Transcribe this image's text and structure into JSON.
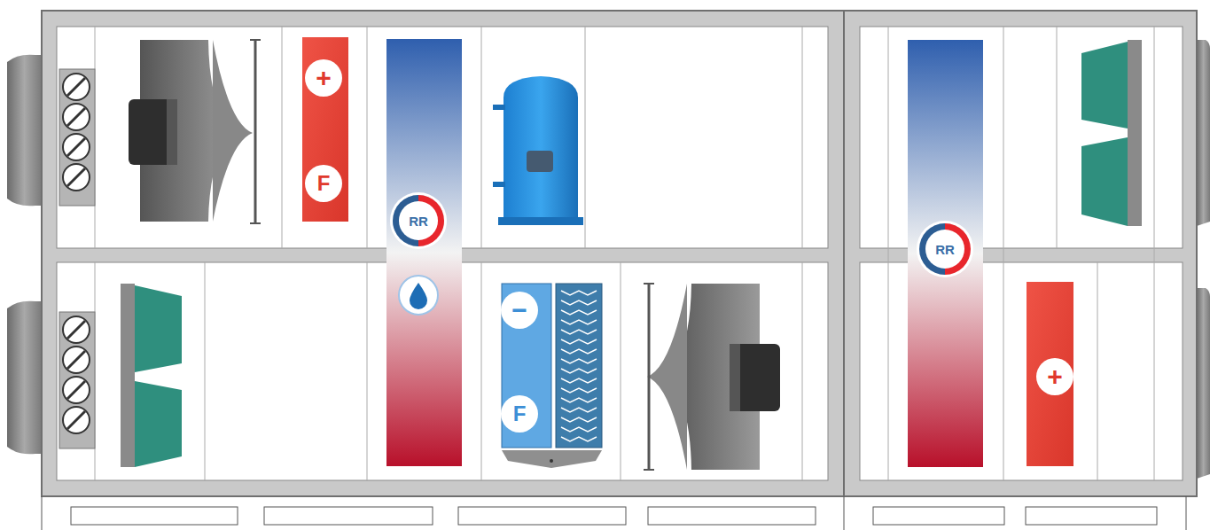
{
  "diagram": {
    "nodes": [
      {
        "text": [
          "+"
        ]
      },
      {
        "text": [
          "F"
        ]
      },
      {
        "text": [
          "RR"
        ]
      },
      {
        "text": [
          "−"
        ]
      },
      {
        "text": [
          "F"
        ]
      },
      {
        "text": [
          "RR"
        ]
      },
      {
        "text": [
          "+"
        ]
      }
    ]
  }
}
